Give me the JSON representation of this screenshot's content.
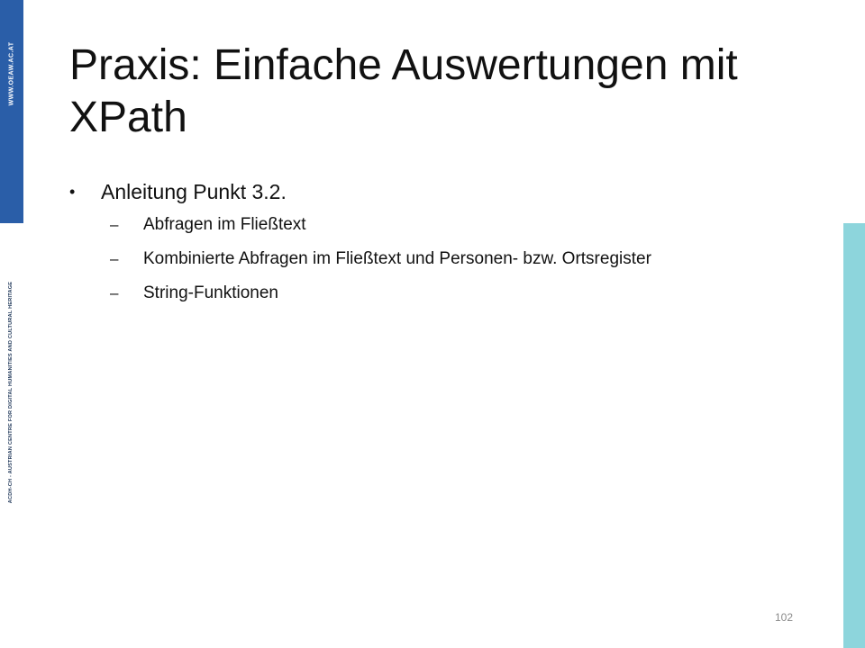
{
  "branding": {
    "left_vertical_text": "WWW.OEAW.AC.AT",
    "right_vertical_text": "ACDH-CH - AUSTRIAN CENTRE FOR DIGITAL HUMANITIES AND CULTURAL HERITAGE",
    "left_bar_color": "#2a5ea8",
    "right_bar_color": "#8dd5dc"
  },
  "slide": {
    "title": "Praxis: Einfache Auswertungen mit XPath",
    "bullet": {
      "marker": "•",
      "text": "Anleitung Punkt 3.2.",
      "sub_marker": "–",
      "sub_items": [
        "Abfragen im Fließtext",
        "Kombinierte Abfragen im Fließtext und Personen- bzw. Ortsregister",
        "String-Funktionen"
      ]
    },
    "page_number": "102"
  }
}
